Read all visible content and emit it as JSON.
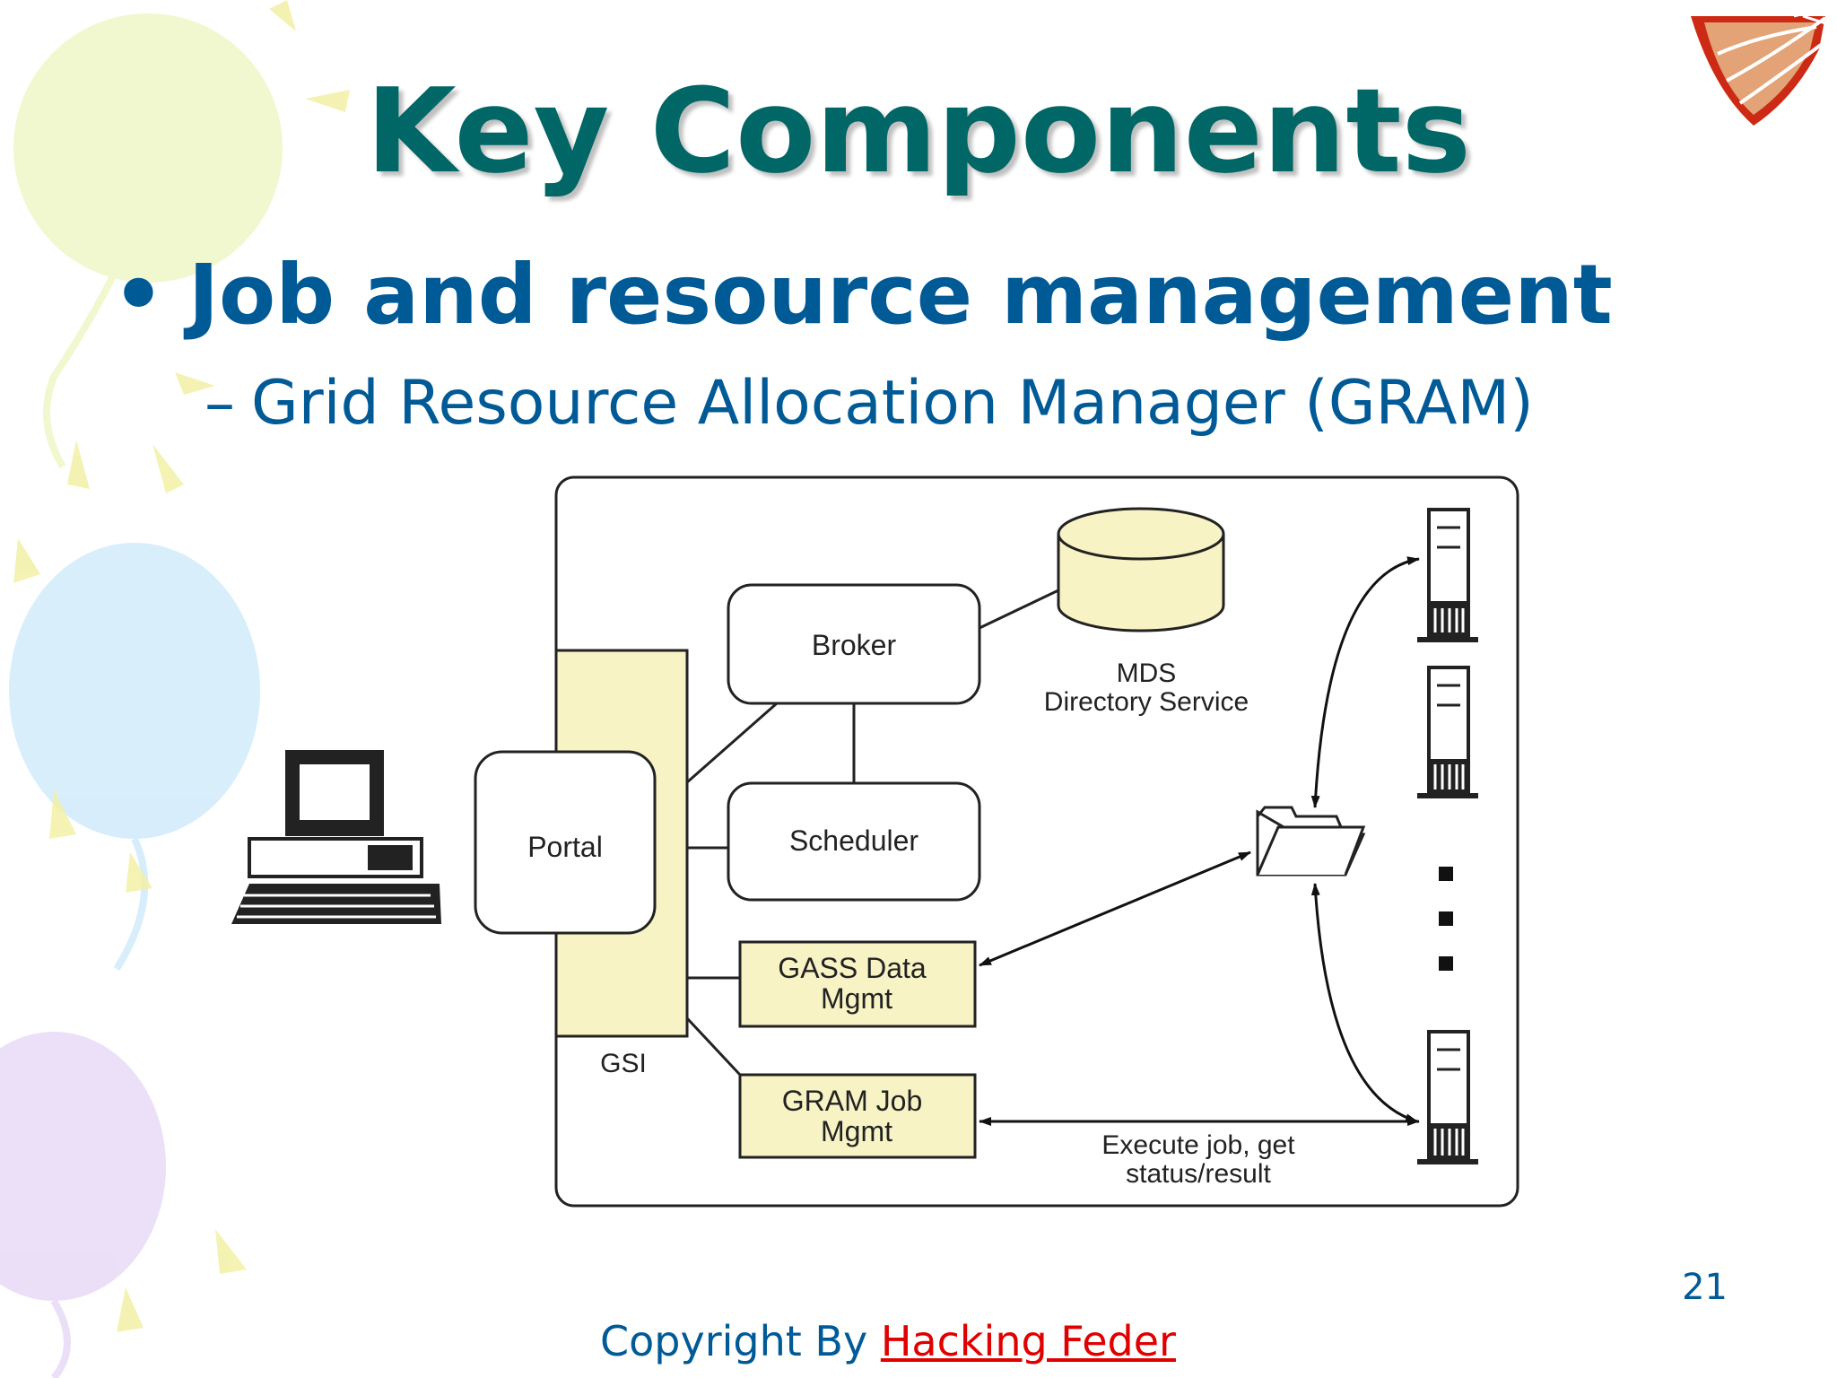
{
  "slide": {
    "title": "Key Components",
    "bullet": "Job and resource management",
    "sub_bullet": "Grid Resource Allocation Manager (GRAM)",
    "page_number": "21",
    "footer_prefix": "Copyright By ",
    "footer_link": "Hacking Feder"
  },
  "diagram": {
    "portal": "Portal",
    "broker": "Broker",
    "scheduler": "Scheduler",
    "gass_line1": "GASS Data",
    "gass_line2": "Mgmt",
    "gram_line1": "GRAM Job",
    "gram_line2": "Mgmt",
    "gsi": "GSI",
    "mds_line1": "MDS",
    "mds_line2": "Directory Service",
    "execute_line1": "Execute job, get",
    "execute_line2": "status/result"
  },
  "colors": {
    "title": "#006666",
    "text": "#005a96",
    "link": "#e00000",
    "gsi_fill": "#f8f3c4",
    "box_fill": "#ffffff"
  },
  "icons": [
    "balloon-decoration",
    "logo-emblem",
    "computer-icon",
    "folder-icon",
    "server-icon"
  ]
}
